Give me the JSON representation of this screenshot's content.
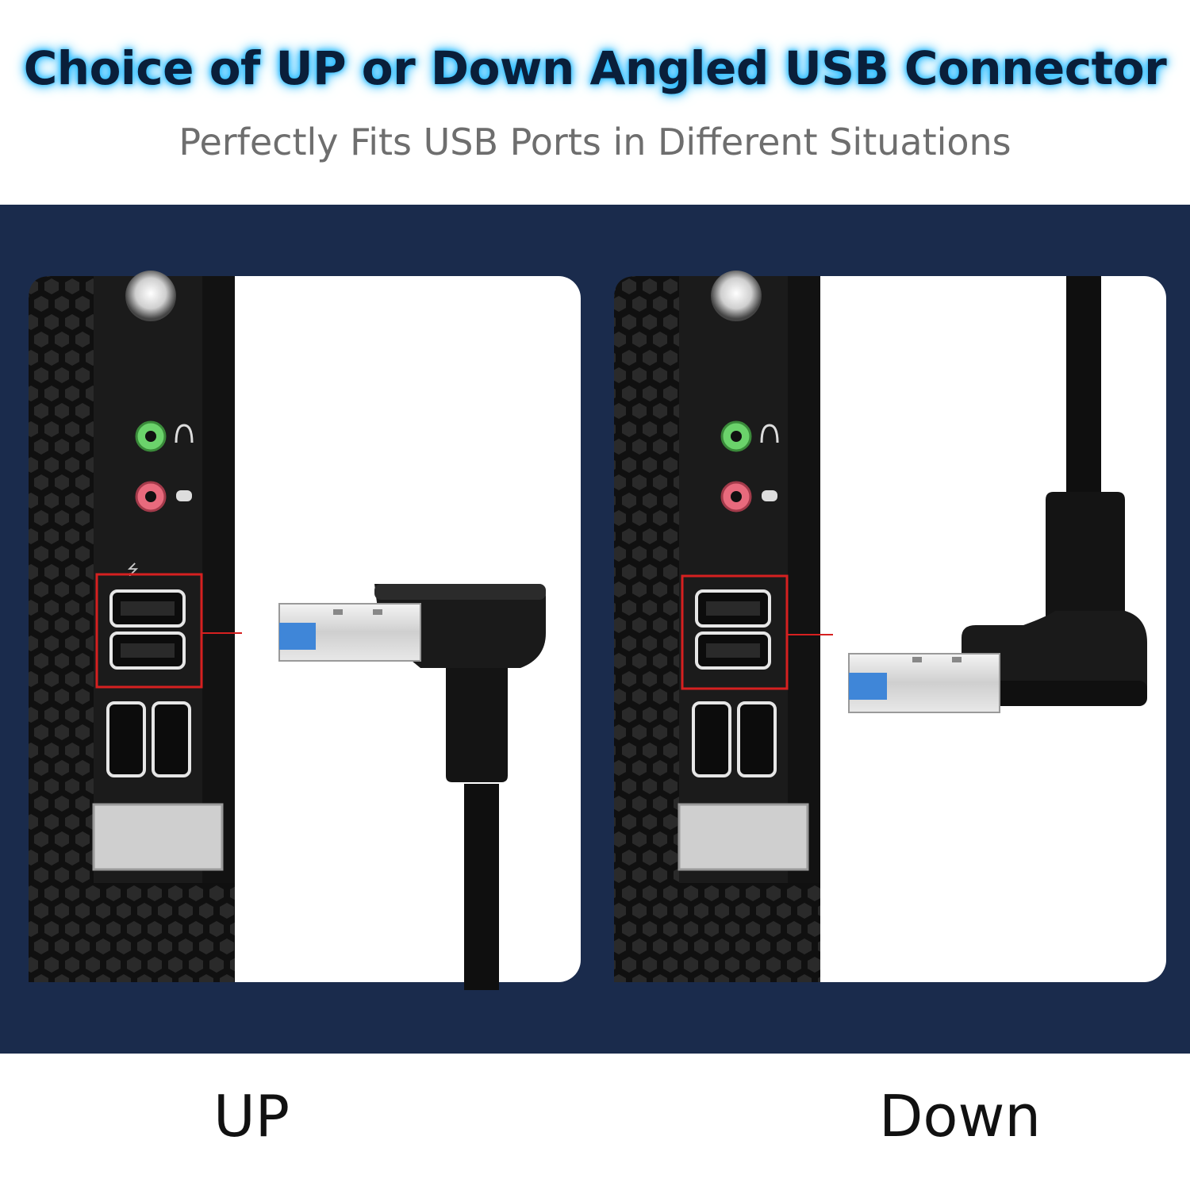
{
  "header": {
    "title": "Choice of UP or Down Angled USB Connector",
    "subtitle": "Perfectly Fits USB Ports in Different Situations"
  },
  "panels": [
    {
      "caption": "UP",
      "connector_direction": "up"
    },
    {
      "caption": "Down",
      "connector_direction": "down"
    }
  ],
  "colors": {
    "background_band": "#1a2b4c",
    "title_glow": "#22b8ff",
    "highlight_box": "#d62020",
    "usb_blue_insert": "#3f86d8"
  }
}
